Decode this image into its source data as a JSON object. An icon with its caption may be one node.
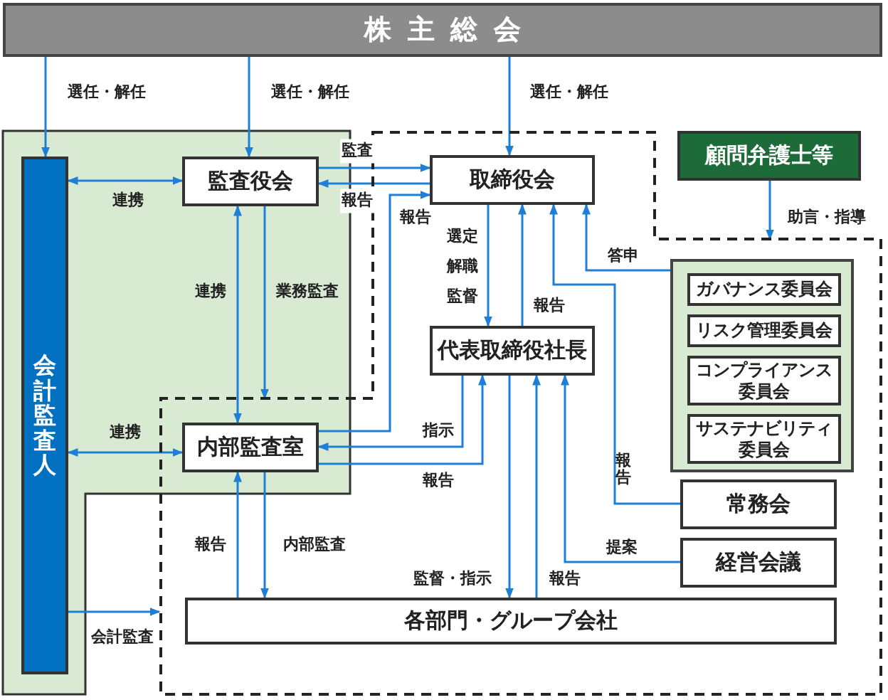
{
  "diagram": {
    "nodes": [
      {
        "text": [
          "株主総会"
        ]
      },
      {
        "text": [
          "会計監査人"
        ]
      },
      {
        "text": [
          "監査役会"
        ]
      },
      {
        "text": [],
        "shape": "polygon"
      },
      {
        "text": [
          "取締役会"
        ],
        "in": 3
      },
      {
        "text": [
          "顧問弁護士等"
        ]
      },
      {
        "text": [
          "代表取締役社長"
        ],
        "in": 3
      },
      {
        "text": [],
        "shape": "box",
        "in": 3
      },
      {
        "text": [
          "ガバナンス委員会"
        ],
        "in": 7
      },
      {
        "text": [
          "リスク管理委員会"
        ],
        "in": 7
      },
      {
        "text": [
          "コンプライアンス委員会"
        ],
        "in": 7
      },
      {
        "text": [
          "サステナビリティ委員会"
        ],
        "in": 7
      },
      {
        "text": [
          "内部監査室"
        ],
        "in": 3
      },
      {
        "text": [
          "常務会"
        ],
        "in": 3
      },
      {
        "text": [
          "経営会議"
        ],
        "in": 3
      },
      {
        "text": [
          "各部門・グループ会社"
        ],
        "in": 3
      }
    ],
    "edges": [
      {
        "from": 0,
        "to": 1,
        "arrow": "to",
        "label": "選任・解任"
      },
      {
        "from": 0,
        "to": 2,
        "arrow": "to",
        "label": "選任・解任"
      },
      {
        "from": 0,
        "to": 4,
        "arrow": "to",
        "label": "選任・解任"
      },
      {
        "from": 1,
        "to": 2,
        "arrow": "both",
        "label": "連携"
      },
      {
        "from": 2,
        "to": 4,
        "arrow": "to",
        "label": "監査"
      },
      {
        "from": 4,
        "to": 2,
        "arrow": "to",
        "label": "報告"
      },
      {
        "from": 12,
        "to": 4,
        "arrow": "to",
        "label": "報告"
      },
      {
        "from": 2,
        "to": 12,
        "arrow": "both",
        "label": "連携"
      },
      {
        "from": 2,
        "to": 3,
        "arrow": "to",
        "label": "業務監査"
      },
      {
        "from": 1,
        "to": 12,
        "arrow": "both",
        "label": "連携"
      },
      {
        "from": 1,
        "to": 3,
        "arrow": "to",
        "label": "会計監査"
      },
      {
        "from": 4,
        "to": 6,
        "arrow": "to",
        "label": "選定解職監督"
      },
      {
        "from": 6,
        "to": 4,
        "arrow": "to",
        "label": "報告"
      },
      {
        "from": 13,
        "to": 4,
        "arrow": "to",
        "label": "報告"
      },
      {
        "from": 7,
        "to": 4,
        "arrow": "to",
        "label": "答申"
      },
      {
        "from": 5,
        "to": 3,
        "arrow": "to",
        "label": "助言・指導"
      },
      {
        "from": 6,
        "to": 12,
        "arrow": "to",
        "label": "指示"
      },
      {
        "from": 12,
        "to": 6,
        "arrow": "to",
        "label": "報告"
      },
      {
        "from": 6,
        "to": 15,
        "arrow": "to",
        "label": "監督・指示"
      },
      {
        "from": 15,
        "to": 6,
        "arrow": "to",
        "label": "報告"
      },
      {
        "from": 14,
        "to": 6,
        "arrow": "to",
        "label": "提案"
      },
      {
        "from": 12,
        "to": 15,
        "arrow": "to",
        "label": "内部監査"
      },
      {
        "from": 15,
        "to": 12,
        "arrow": "to",
        "label": "報告"
      }
    ]
  }
}
